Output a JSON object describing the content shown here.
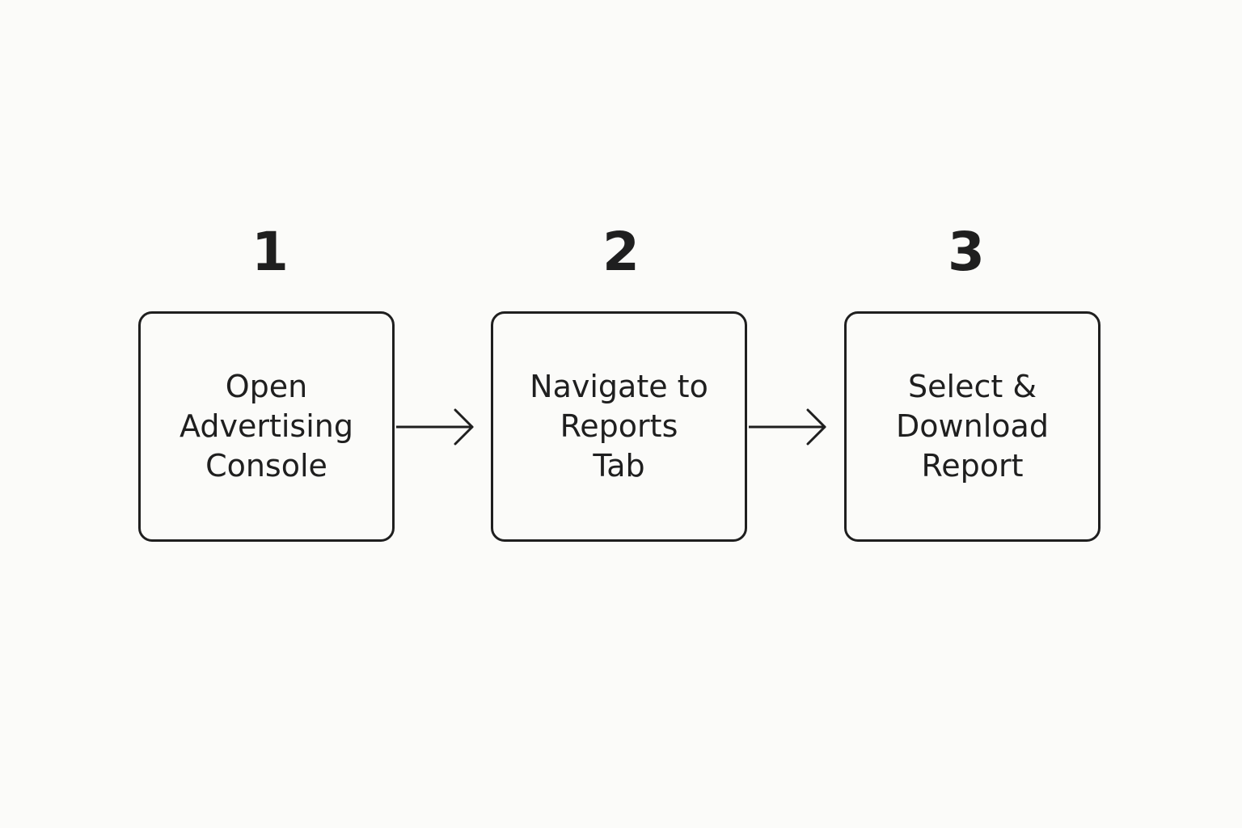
{
  "steps": [
    {
      "number": "1",
      "label_lines": [
        "Open",
        "Advertising",
        "Console"
      ]
    },
    {
      "number": "2",
      "label_lines": [
        "Navigate to",
        "Reports",
        "Tab"
      ]
    },
    {
      "number": "3",
      "label_lines": [
        "Select &",
        "Download",
        "Report"
      ]
    }
  ],
  "colors": {
    "background": "#fbfbf9",
    "stroke": "#1f1f1f",
    "text": "#1f1f1f"
  },
  "icons": [
    "arrow-right-icon",
    "arrow-right-icon"
  ]
}
